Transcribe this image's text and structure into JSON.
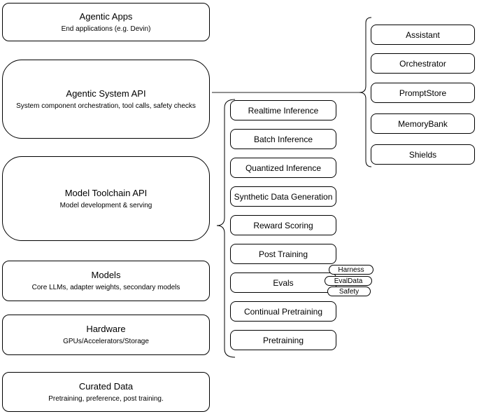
{
  "left_column": {
    "items": [
      {
        "title": "Agentic Apps",
        "subtitle": "End applications (e.g. Devin)"
      },
      {
        "title": "Agentic System API",
        "subtitle": "System component orchestration, tool calls, safety checks"
      },
      {
        "title": "Model Toolchain API",
        "subtitle": "Model development & serving"
      },
      {
        "title": "Models",
        "subtitle": "Core LLMs, adapter weights, secondary models"
      },
      {
        "title": "Hardware",
        "subtitle": "GPUs/Accelerators/Storage"
      },
      {
        "title": "Curated Data",
        "subtitle": "Pretraining, preference, post training."
      }
    ]
  },
  "toolchain_components": {
    "items": [
      "Realtime Inference",
      "Batch Inference",
      "Quantized Inference",
      "Synthetic Data Generation",
      "Reward Scoring",
      "Post Training",
      "Evals",
      "Continual Pretraining",
      "Pretraining"
    ]
  },
  "evals_sub_components": {
    "items": [
      "Harness",
      "EvalData",
      "Safety"
    ]
  },
  "system_components": {
    "items": [
      "Assistant",
      "Orchestrator",
      "PromptStore",
      "MemoryBank",
      "Shields"
    ]
  },
  "colors": {
    "stroke": "#000000",
    "background": "#ffffff",
    "connector_line": "#6b6b6b"
  }
}
